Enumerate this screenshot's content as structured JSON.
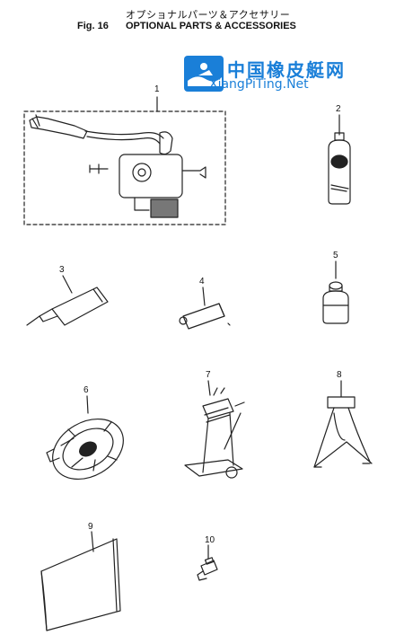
{
  "header": {
    "title_jp": "オプショナルパーツ＆アクセサリー",
    "fig_label": "Fig. 16",
    "title": "OPTIONAL PARTS & ACCESSORIES"
  },
  "watermark": {
    "brand_cn": "中国橡皮艇网",
    "brand_en": "XiangPiTing.Net"
  },
  "parts": [
    {
      "number": "1",
      "icon": "fuel-pump-assembly"
    },
    {
      "number": "2",
      "icon": "oil-bottle"
    },
    {
      "number": "3",
      "icon": "grease-tube"
    },
    {
      "number": "4",
      "icon": "small-tube"
    },
    {
      "number": "5",
      "icon": "small-bottle"
    },
    {
      "number": "6",
      "icon": "flywheel-rotor"
    },
    {
      "number": "7",
      "icon": "motor-carrier-stand"
    },
    {
      "number": "8",
      "icon": "folding-stand"
    },
    {
      "number": "9",
      "icon": "cover-bag"
    },
    {
      "number": "10",
      "icon": "adapter-fitting"
    }
  ],
  "colors": {
    "line": "#222222",
    "watermark": "#1a7fd8"
  }
}
